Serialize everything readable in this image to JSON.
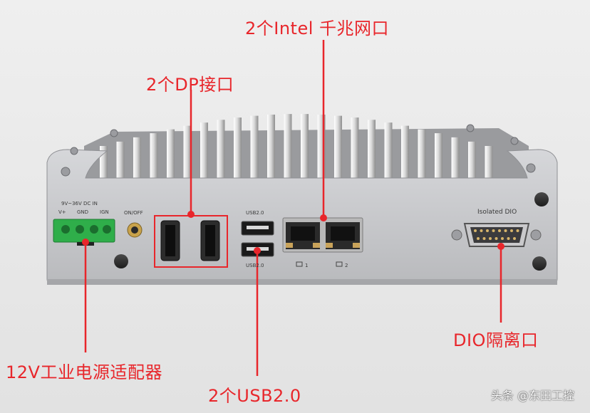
{
  "callouts": {
    "lan": "2个Intel 千兆网口",
    "dp": "2个DP接口",
    "power": "12V工业电源适配器",
    "usb": "2个USB2.0",
    "dio": "DIO隔离口"
  },
  "panel_labels": {
    "power_top": "9V~36V DC IN",
    "power_v": "V+",
    "power_gnd": "GND",
    "power_ign": "IGN",
    "switch": "ON/OFF",
    "usb_top": "USB2.0",
    "usb_bottom": "USB2.0",
    "lan1": "1",
    "lan2": "2",
    "dio": "Isolated DIO"
  },
  "watermark": "头条 @东田工控",
  "colors": {
    "callout": "#e8262b",
    "chassis": "#c3c4c7",
    "terminal": "#2fae4a"
  }
}
